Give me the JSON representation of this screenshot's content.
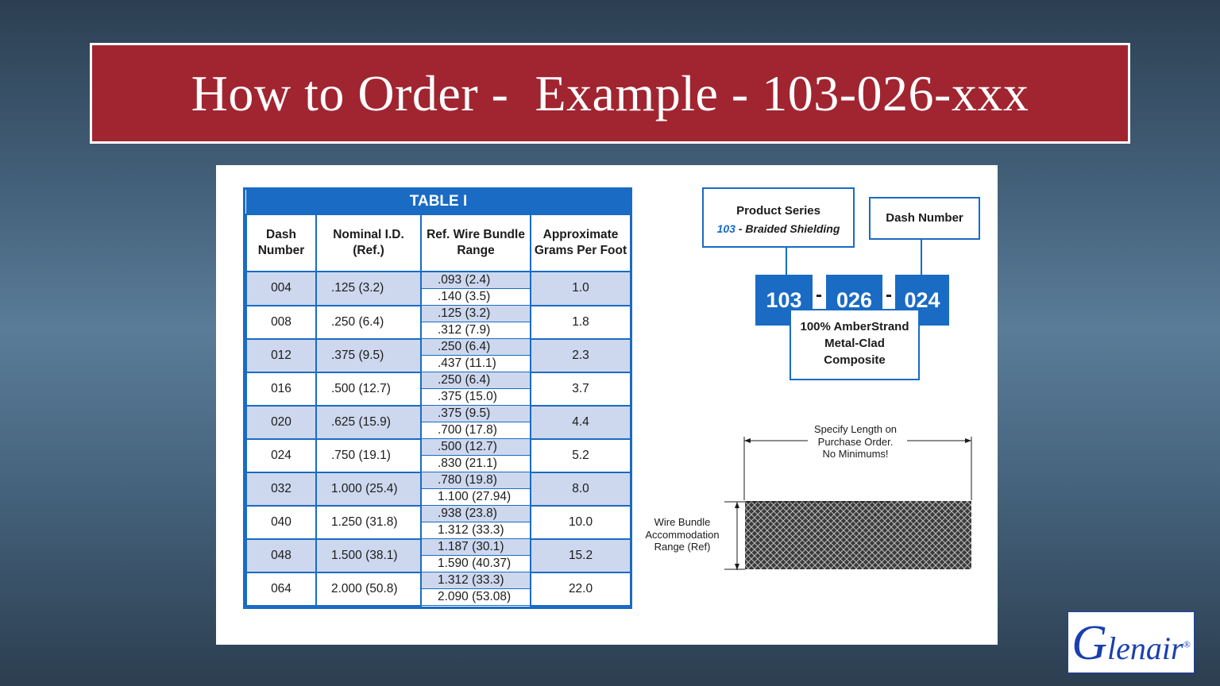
{
  "title": "How to Order -  Example - 103-026-xxx",
  "table": {
    "caption": "TABLE I",
    "headers": [
      "Dash Number",
      "Nominal I.D. (Ref.)",
      "Ref. Wire Bundle Range",
      "Approximate Grams Per Foot"
    ],
    "rows": [
      {
        "dash": "004",
        "id": ".125 (3.2)",
        "wire_min": ".093 (2.4)",
        "wire_max": ".140 (3.5)",
        "grams": "1.0"
      },
      {
        "dash": "008",
        "id": ".250 (6.4)",
        "wire_min": ".125 (3.2)",
        "wire_max": ".312 (7.9)",
        "grams": "1.8"
      },
      {
        "dash": "012",
        "id": ".375 (9.5)",
        "wire_min": ".250 (6.4)",
        "wire_max": ".437 (11.1)",
        "grams": "2.3"
      },
      {
        "dash": "016",
        "id": ".500 (12.7)",
        "wire_min": ".250 (6.4)",
        "wire_max": ".375 (15.0)",
        "grams": "3.7"
      },
      {
        "dash": "020",
        "id": ".625 (15.9)",
        "wire_min": ".375 (9.5)",
        "wire_max": ".700 (17.8)",
        "grams": "4.4"
      },
      {
        "dash": "024",
        "id": ".750 (19.1)",
        "wire_min": ".500 (12.7)",
        "wire_max": ".830 (21.1)",
        "grams": "5.2"
      },
      {
        "dash": "032",
        "id": "1.000 (25.4)",
        "wire_min": ".780 (19.8)",
        "wire_max": "1.100 (27.94)",
        "grams": "8.0"
      },
      {
        "dash": "040",
        "id": "1.250 (31.8)",
        "wire_min": ".938 (23.8)",
        "wire_max": "1.312 (33.3)",
        "grams": "10.0"
      },
      {
        "dash": "048",
        "id": "1.500 (38.1)",
        "wire_min": "1.187 (30.1)",
        "wire_max": "1.590 (40.37)",
        "grams": "15.2"
      },
      {
        "dash": "064",
        "id": "2.000 (50.8)",
        "wire_min": "1.312 (33.3)",
        "wire_max": "2.090 (53.08)",
        "grams": "22.0"
      }
    ]
  },
  "diagram": {
    "product_series_label": "Product Series",
    "product_series_code": "103",
    "product_series_desc": " - Braided Shielding",
    "dash_number_label": "Dash Number",
    "part_1": "103",
    "part_2": "026",
    "part_3": "024",
    "separator": "-",
    "material_line1": "100% AmberStrand",
    "material_line2": "Metal-Clad",
    "material_line3": "Composite",
    "length_note_1": "Specify Length on",
    "length_note_2": "Purchase Order.",
    "length_note_3": "No Minimums!",
    "wire_note_1": "Wire Bundle",
    "wire_note_2": "Accommodation",
    "wire_note_3": "Range (Ref)"
  },
  "logo": {
    "initial": "G",
    "rest": "lenair",
    "mark": "®"
  },
  "colors": {
    "title_bg": "#a12530",
    "accent_blue": "#1a6bc4",
    "row_shade": "#cdd8ee"
  }
}
